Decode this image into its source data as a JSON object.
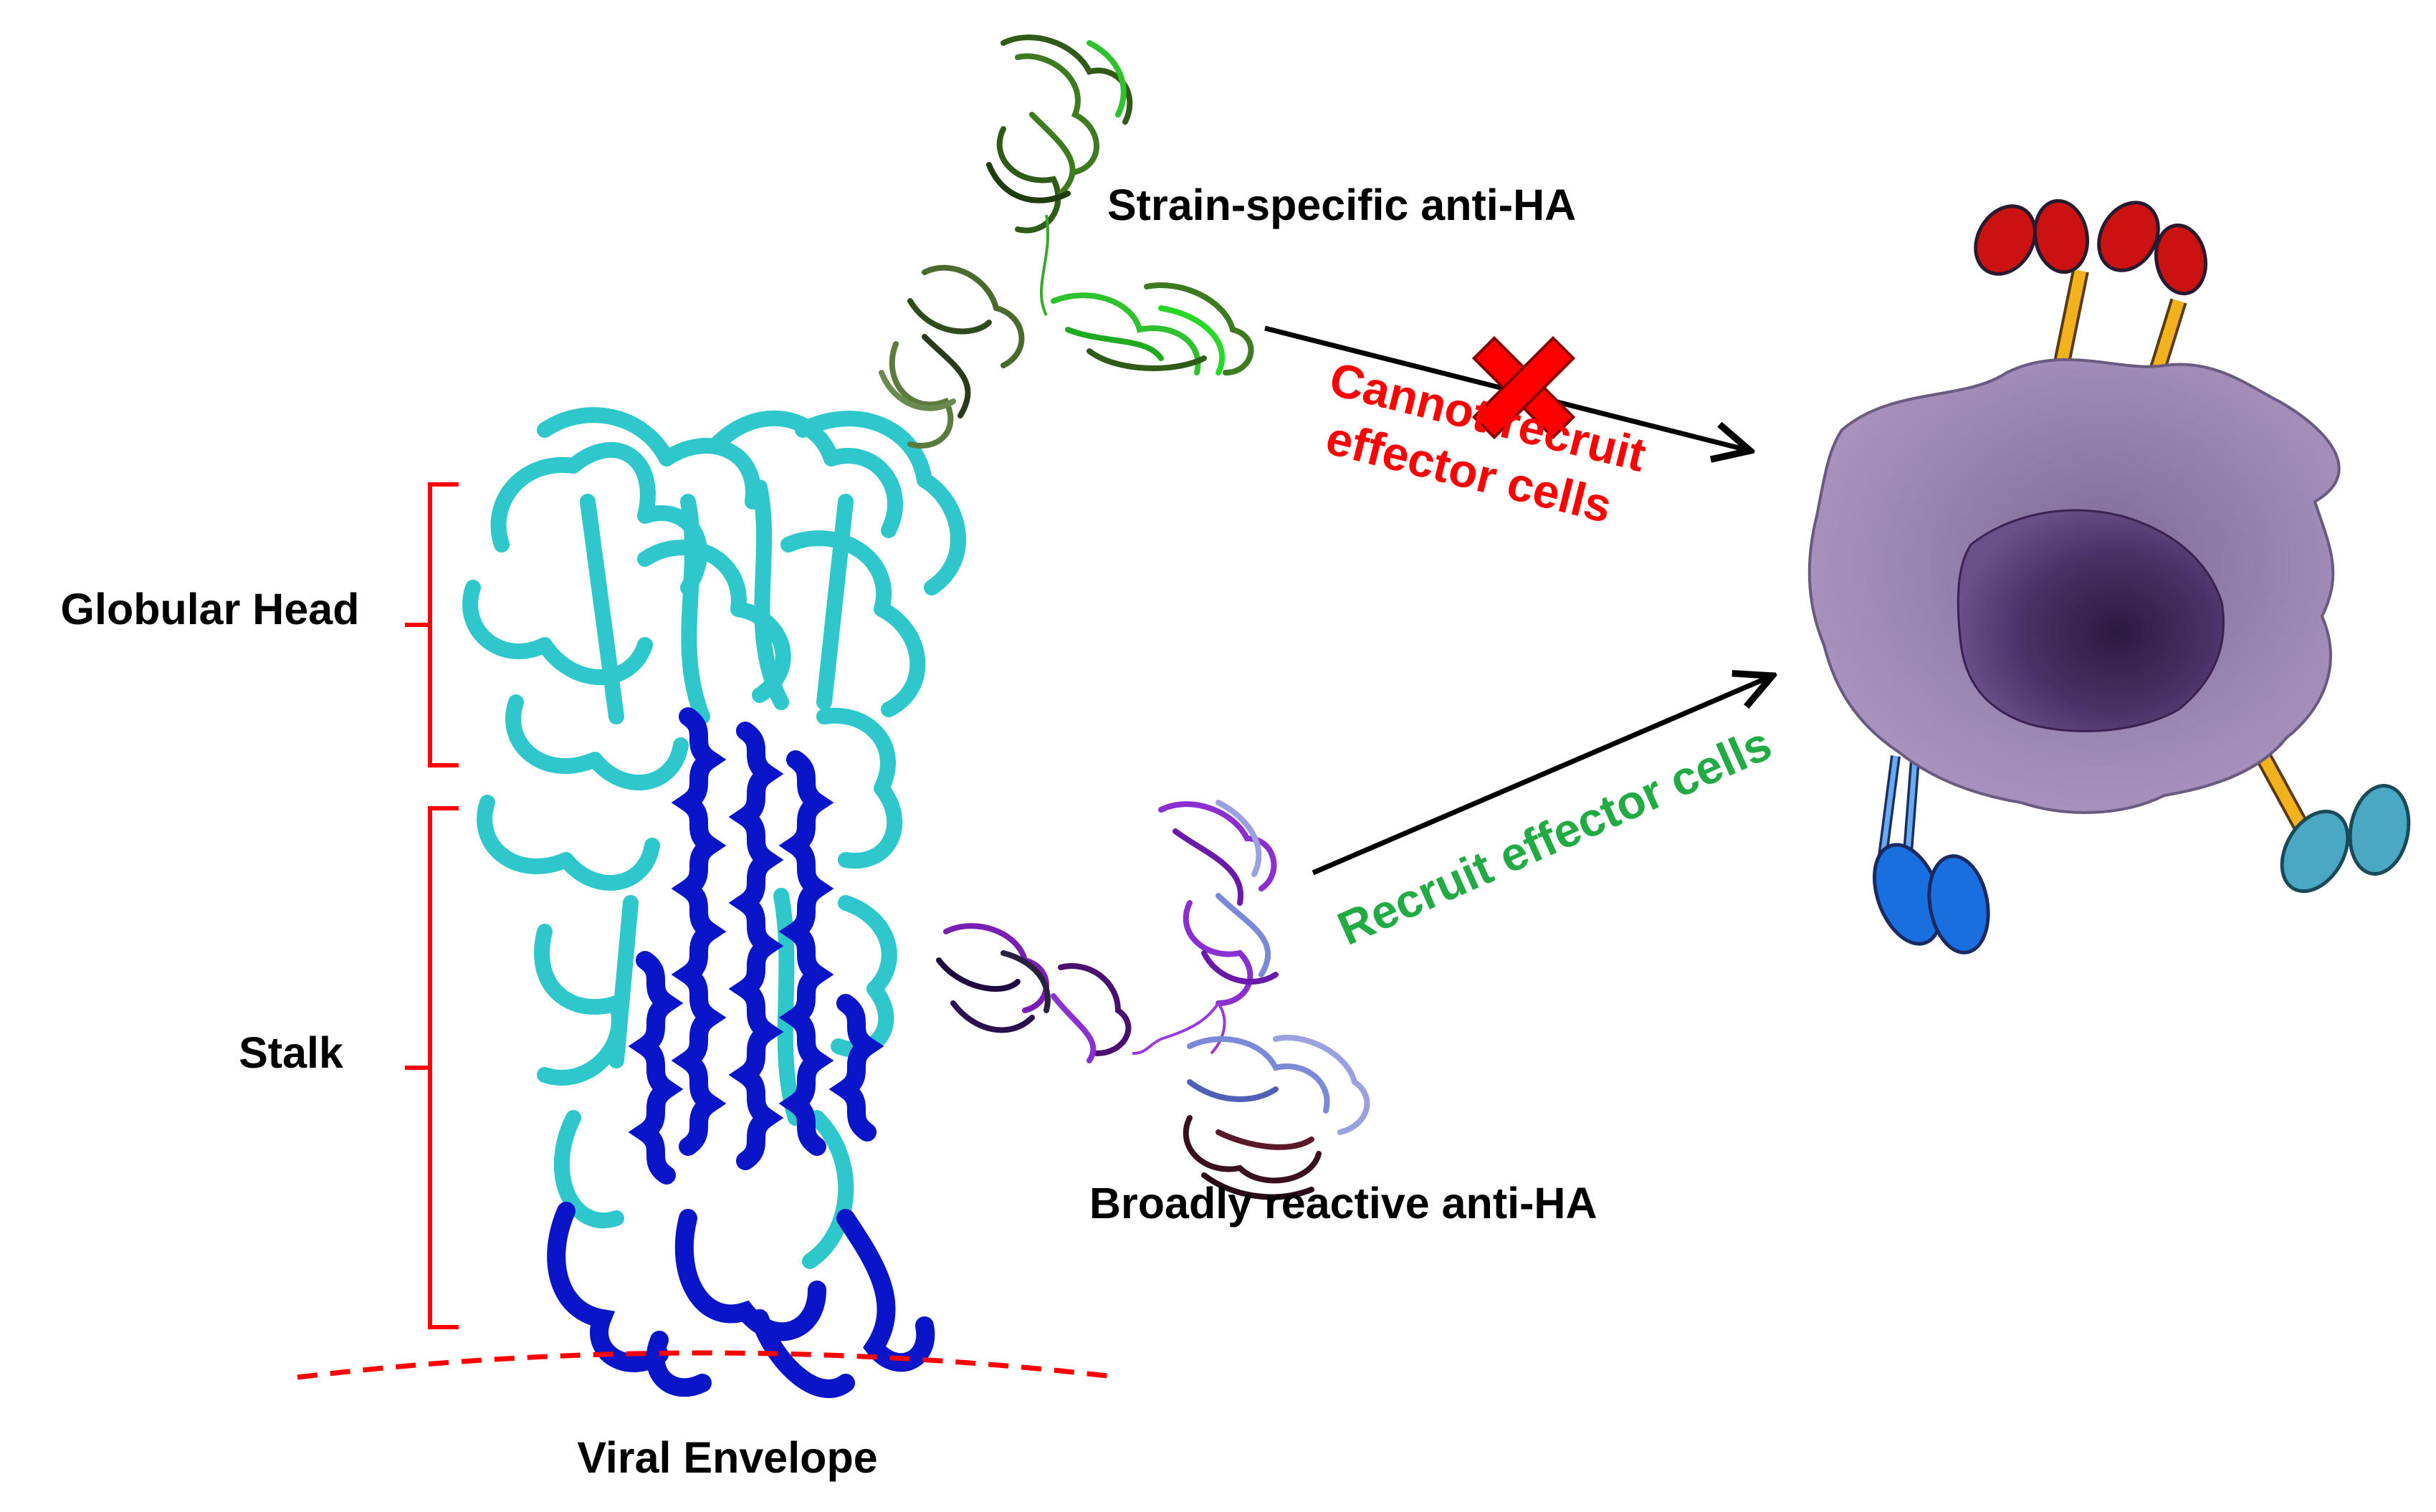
{
  "labels": {
    "globular_head": "Globular Head",
    "stalk": "Stalk",
    "viral_envelope": "Viral Envelope",
    "strain_specific": "Strain-specific anti-HA",
    "broadly_reactive": "Broadly reactive anti-HA",
    "cannot_recruit_line1": "Cannot recruit",
    "cannot_recruit_line2": "effector cells",
    "recruit": "Recruit effector cells"
  },
  "colors": {
    "bracket": "#ff0000",
    "cannot_recruit": "#ff0000",
    "recruit": "#22aa44",
    "ha_head": "#2ec8cc",
    "ha_stalk_helix": "#0a14c8",
    "antibody_strain": "#3c8c28",
    "antibody_broad": "#7a1fb4",
    "cell": "#9e8ab6",
    "nucleus": "#4a3266",
    "receptor_red": "#cc1111",
    "receptor_blue": "#1a6fe0",
    "receptor_teal": "#4aa8c4",
    "stem_yellow": "#f2b21c"
  },
  "icons": {
    "blocked": "red-x-icon"
  }
}
